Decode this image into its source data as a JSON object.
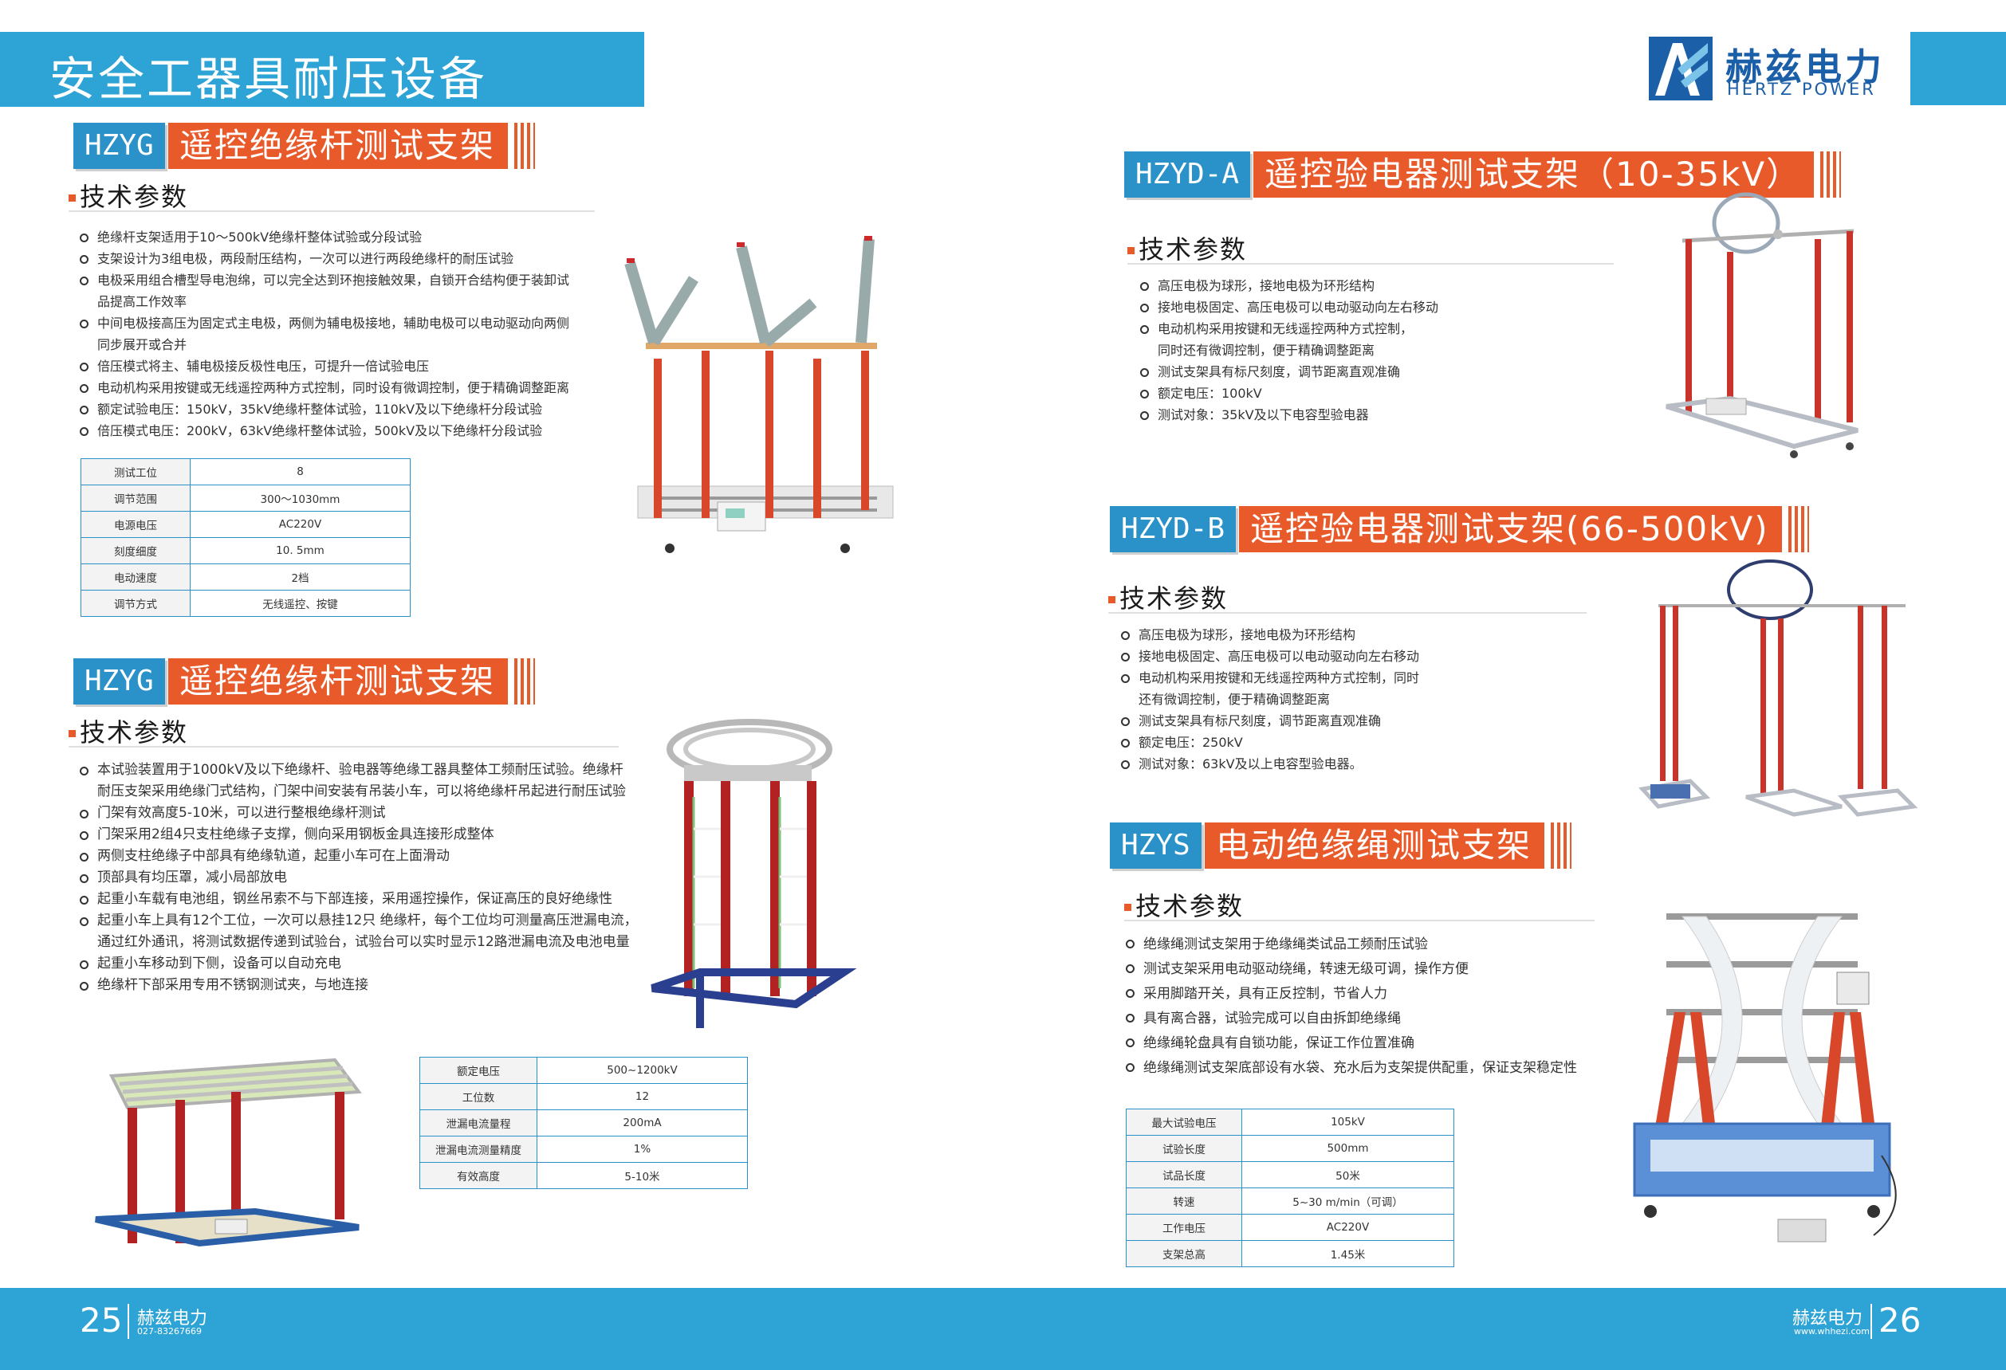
{
  "header": {
    "title": "安全工器具耐压设备"
  },
  "logo": {
    "cn": "赫兹电力",
    "en": "HERTZ POWER"
  },
  "s1": {
    "code": "HZYG",
    "name": "遥控绝缘杆测试支架",
    "sub": "技术参数",
    "bullets": [
      "绝缘杆支架适用于10～500kV绝缘杆整体试验或分段试验",
      "支架设计为3组电极，两段耐压结构，一次可以进行两段绝缘杆的耐压试验",
      "电极采用组合槽型导电泡绵，可以完全达到环抱接触效果，自锁开合结构便于装卸试",
      "品提高工作效率",
      "中间电极接高压为固定式主电极，两侧为辅电极接地，辅助电极可以电动驱动向两侧",
      "同步展开或合并",
      "倍压模式将主、辅电极接反极性电压，可提升一倍试验电压",
      "电动机构采用按键或无线遥控两种方式控制，同时设有微调控制，便于精确调整距离",
      "额定试验电压：150kV，35kV绝缘杆整体试验，110kV及以下绝缘杆分段试验",
      "倍压模式电压：200kV，63kV绝缘杆整体试验，500kV及以下绝缘杆分段试验"
    ],
    "table": [
      [
        "测试工位",
        "8"
      ],
      [
        "调节范围",
        "300～1030mm"
      ],
      [
        "电源电压",
        "AC220V"
      ],
      [
        "刻度细度",
        "10. 5mm"
      ],
      [
        "电动速度",
        "2档"
      ],
      [
        "调节方式",
        "无线遥控、按键"
      ]
    ]
  },
  "s2": {
    "code": "HZYG",
    "name": "遥控绝缘杆测试支架",
    "sub": "技术参数",
    "bullets": [
      "本试验装置用于1000kV及以下绝缘杆、验电器等绝缘工器具整体工频耐压试验。绝缘杆",
      "耐压支架采用绝缘门式结构，门架中间安装有吊装小车，可以将绝缘杆吊起进行耐压试验",
      "门架有效高度5-10米，可以进行整根绝缘杆测试",
      "门架采用2组4只支柱绝缘子支撑，侧向采用钢板金具连接形成整体",
      "两侧支柱绝缘子中部具有绝缘轨道，起重小车可在上面滑动",
      "顶部具有均压罩，减小局部放电",
      "起重小车载有电池组，钢丝吊索不与下部连接，采用遥控操作，保证高压的良好绝缘性",
      "起重小车上具有12个工位，一次可以悬挂12只 绝缘杆，每个工位均可测量高压泄漏电流，",
      "通过红外通讯，将测试数据传递到试验台，试验台可以实时显示12路泄漏电流及电池电量",
      "起重小车移动到下侧，设备可以自动充电",
      "绝缘杆下部采用专用不锈钢测试夹，与地连接"
    ],
    "table": [
      [
        "额定电压",
        "500~1200kV"
      ],
      [
        "工位数",
        "12"
      ],
      [
        "泄漏电流量程",
        "200mA"
      ],
      [
        "泄漏电流测量精度",
        "1%"
      ],
      [
        "有效高度",
        "5-10米"
      ]
    ]
  },
  "s3": {
    "code": "HZYD-A",
    "name": "遥控验电器测试支架（10-35kV）",
    "sub": "技术参数",
    "bullets": [
      "高压电极为球形，接地电极为环形结构",
      "接地电极固定、高压电极可以电动驱动向左右移动",
      "电动机构采用按键和无线遥控两种方式控制，",
      "同时还有微调控制，便于精确调整距离",
      "测试支架具有标尺刻度，调节距离直观准确",
      "额定电压：100kV",
      "测试对象：35kV及以下电容型验电器"
    ]
  },
  "s4": {
    "code": "HZYD-B",
    "name": "遥控验电器测试支架(66-500kV)",
    "sub": "技术参数",
    "bullets": [
      "高压电极为球形，接地电极为环形结构",
      "接地电极固定、高压电极可以电动驱动向左右移动",
      "电动机构采用按键和无线遥控两种方式控制，同时",
      "还有微调控制，便于精确调整距离",
      "测试支架具有标尺刻度，调节距离直观准确",
      "额定电压：250kV",
      "测试对象：63kV及以上电容型验电器。"
    ]
  },
  "s5": {
    "code": "HZYS",
    "name": "电动绝缘绳测试支架",
    "sub": "技术参数",
    "bullets": [
      "绝缘绳测试支架用于绝缘绳类试品工频耐压试验",
      "测试支架采用电动驱动绕绳，转速无级可调，操作方便",
      "采用脚踏开关，具有正反控制，节省人力",
      "具有离合器，试验完成可以自由拆卸绝缘绳",
      "绝缘绳轮盘具有自锁功能，保证工作位置准确",
      "绝缘绳测试支架底部设有水袋、充水后为支架提供配重，保证支架稳定性"
    ],
    "table": [
      [
        "最大试验电压",
        "105kV"
      ],
      [
        "试验长度",
        "500mm"
      ],
      [
        "试品长度",
        "50米"
      ],
      [
        "转速",
        "5~30 m/min（可调）"
      ],
      [
        "工作电压",
        "AC220V"
      ],
      [
        "支架总高",
        "1.45米"
      ]
    ]
  },
  "footer": {
    "left_page": "25",
    "left_name": "赫兹电力",
    "left_phone": "027-83267669",
    "right_page": "26",
    "right_name": "赫兹电力",
    "right_url": "www.whhezi.com"
  }
}
